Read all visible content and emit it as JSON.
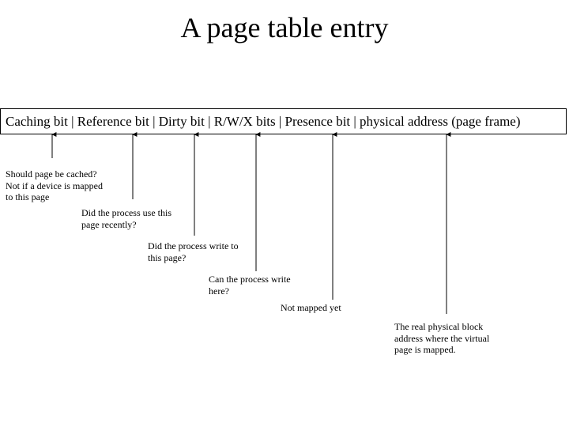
{
  "title": "A page table entry",
  "entry": "Caching bit | Reference bit | Dirty bit | R/W/X bits | Presence bit | physical address (page frame)",
  "notes": {
    "caching": "Should page be cached?\nNot if a device is mapped\nto this page",
    "reference": "Did the process use this\npage recently?",
    "dirty": "Did the process write to\nthis page?",
    "rwx": "Can the process write\nhere?",
    "presence": "Not mapped yet",
    "address": "The real physical block\naddress where the virtual\npage is mapped."
  }
}
